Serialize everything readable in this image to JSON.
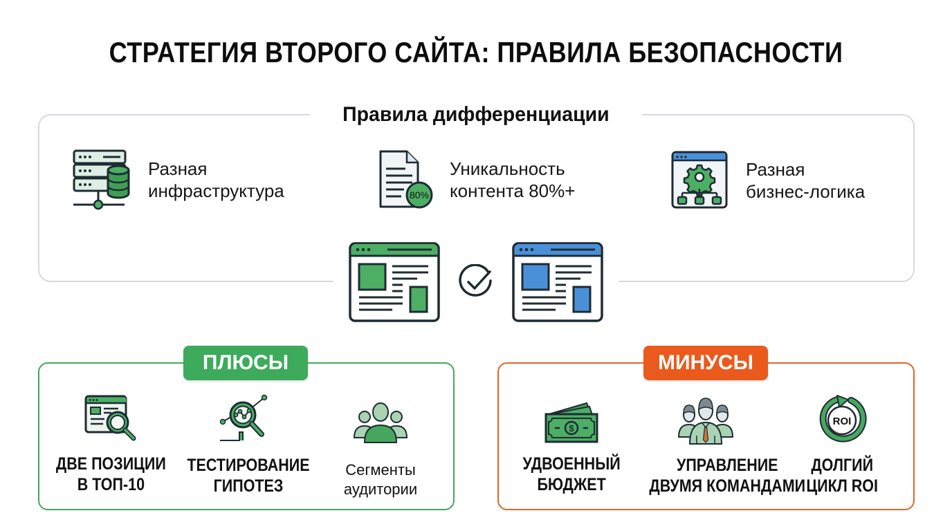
{
  "title": "СТРАТЕГИЯ ВТОРОГО САЙТА: ПРАВИЛА БЕЗОПАСНОСТИ",
  "differentiation": {
    "heading": "Правила дифференциации",
    "rules": [
      {
        "icon": "server-database-icon",
        "line1": "Разная",
        "line2": "инфраструктура"
      },
      {
        "icon": "document-80-percent-icon",
        "line1": "Уникальность",
        "line2": "контента 80%+",
        "badge": "80%"
      },
      {
        "icon": "business-logic-gear-icon",
        "line1": "Разная",
        "line2": "бизнес-логика"
      }
    ],
    "sites": {
      "left_icon": "website-green-icon",
      "middle_icon": "checkmark-circle-icon",
      "right_icon": "website-blue-icon"
    }
  },
  "pros": {
    "label": "ПЛЮСЫ",
    "color": "#3dab5b",
    "items": [
      {
        "icon": "website-search-icon",
        "line1": "ДВЕ ПОЗИЦИИ",
        "line2": "В ТОП-10"
      },
      {
        "icon": "analytics-magnifier-icon",
        "line1": "ТЕСТИРОВАНИЕ",
        "line2": "ГИПОТЕЗ"
      },
      {
        "icon": "audience-group-icon",
        "line1": "Сегменты",
        "line2": "аудитории"
      }
    ]
  },
  "cons": {
    "label": "МИНУСЫ",
    "color": "#ea5a1c",
    "items": [
      {
        "icon": "money-bills-icon",
        "line1": "УДВОЕННЫЙ",
        "line2": "БЮДЖЕТ"
      },
      {
        "icon": "team-management-icon",
        "line1": "УПРАВЛЕНИЕ",
        "line2": "ДВУМЯ КОМАНДАМИ"
      },
      {
        "icon": "roi-cycle-icon",
        "line1": "ДОЛГИЙ",
        "line2": "ЦИКЛ ROI",
        "badge": "ROI"
      }
    ]
  }
}
